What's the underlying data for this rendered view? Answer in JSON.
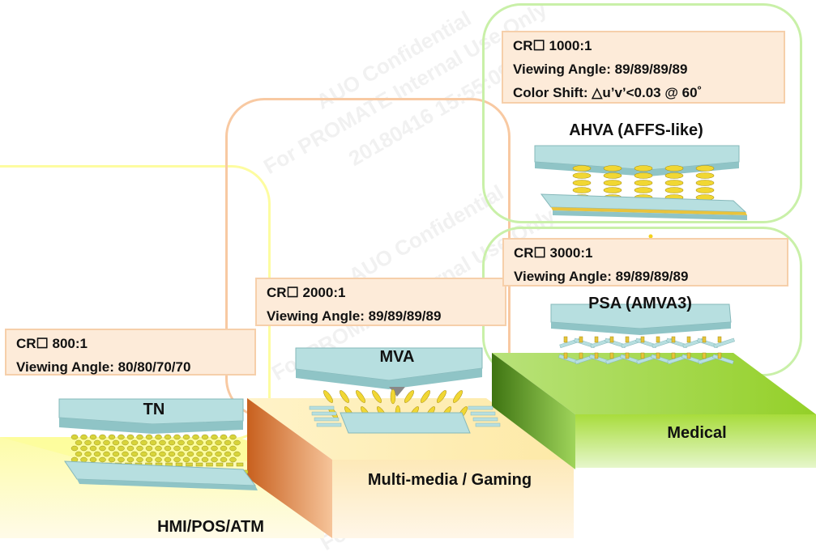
{
  "columns": [
    {
      "category": "HMI/POS/ATM",
      "technology": "TN",
      "specs": [
        "CR☐ 800:1",
        "Viewing Angle: 80/80/70/70"
      ],
      "crown": false,
      "color": "#fdfca0"
    },
    {
      "category": "Multi-media / Gaming",
      "technology": "MVA",
      "specs": [
        "CR☐ 2000:1",
        "Viewing Angle: 89/89/89/89"
      ],
      "crown": false,
      "color": "#f8c9a2"
    },
    {
      "category": "Medical",
      "technology": "PSA (AMVA3)",
      "specs": [
        "CR☐ 3000:1",
        "Viewing Angle: 89/89/89/89"
      ],
      "crown": true,
      "color": "#c9f0a8"
    },
    {
      "category": "",
      "technology": "AHVA (AFFS-like)",
      "specs": [
        "CR☐ 1000:1",
        "Viewing Angle: 89/89/89/89",
        "Color Shift: △u’v’<0.03 @ 60˚"
      ],
      "crown": true,
      "color": "#c9f0a8"
    }
  ],
  "watermark": {
    "line1": "AUO Confidential",
    "line2": "For PROMATE Internal Use Only",
    "line3": "20180416 15:55:09"
  }
}
